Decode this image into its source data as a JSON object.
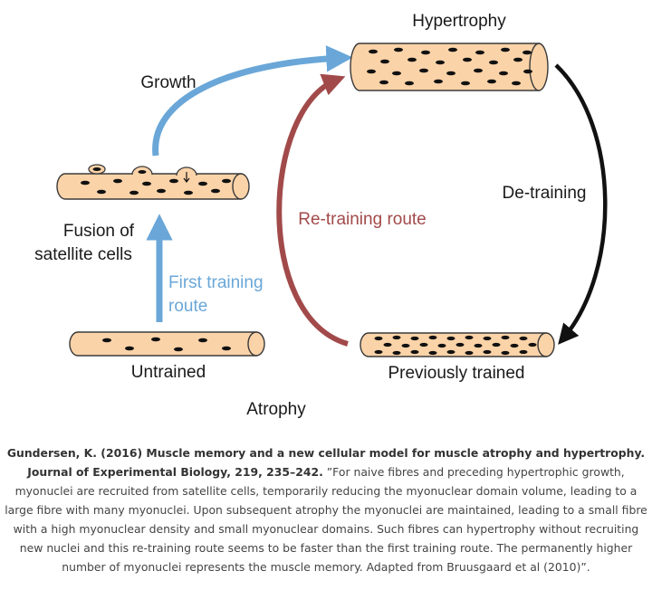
{
  "diagram": {
    "labels": {
      "hypertrophy": "Hypertrophy",
      "growth": "Growth",
      "de_training": "De-training",
      "fusion_line1": "Fusion of",
      "fusion_line2": "satellite cells",
      "retraining": "Re-training route",
      "first_training_line1": "First training",
      "first_training_line2": "route",
      "untrained": "Untrained",
      "previously_trained": "Previously trained",
      "atrophy": "Atrophy"
    },
    "colors": {
      "fibre_fill": "#fbd3a8",
      "fibre_stroke": "#3a3a3a",
      "nucleus": "#111111",
      "blue_arrow": "#6aa7d8",
      "red_arrow": "#a24a4a",
      "black_arrow": "#111111"
    }
  },
  "caption": {
    "citation": "Gundersen, K. (2016) Muscle memory and a new cellular model for muscle atrophy and hypertrophy. Journal of Experimental Biology, 219, 235–242.",
    "quote": " ”For naive fibres and preceding hypertrophic growth, myonuclei are recruited from satellite cells, temporarily reducing the myonuclear domain volume, leading to a large fibre with many myonuclei. Upon subsequent atrophy the myonuclei are maintained, leading to a small fibre with a high myonuclear density and small myonuclear domains. Such fibres can hypertrophy without recruiting new nuclei and this re-training route seems to be faster than the first training route. The permanently higher number of myonuclei represents the muscle memory. Adapted from Bruusgaard et al (2010)”."
  }
}
